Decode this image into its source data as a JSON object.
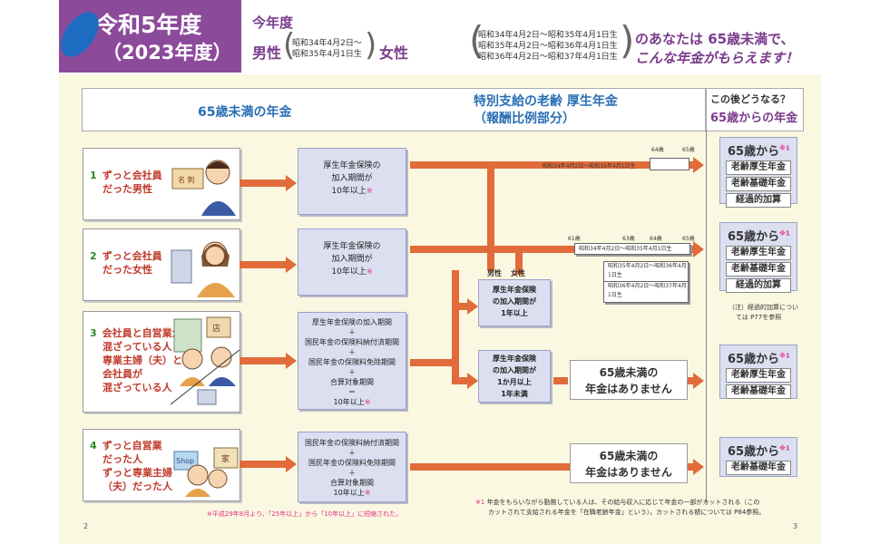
{
  "header": {
    "title_line1": "令和5年度",
    "title_line2": "（2023年度）",
    "this_year": "今年度",
    "male": "男性",
    "male_range_1": "昭和34年4月2日〜",
    "male_range_2": "昭和35年4月1日生",
    "female": "女性",
    "female_ranges": [
      "昭和34年4月2日〜昭和35年4月1日生",
      "昭和35年4月2日〜昭和36年4月1日生",
      "昭和36年4月2日〜昭和37年4月1日生"
    ],
    "tagline_1": "のあなたは 65歳未満で、",
    "tagline_2": "こんな年金がもらえます！"
  },
  "sections": {
    "under65": "65歳未満の年金",
    "special_line1": "特別支給の老齢 厚生年金",
    "special_line2": "（報酬比例部分）",
    "after_q": "この後どうなる？",
    "after_65": "65歳からの年金"
  },
  "persons": [
    {
      "num": "1",
      "label": [
        "ずっと会社員",
        "だった男性"
      ]
    },
    {
      "num": "2",
      "label": [
        "ずっと会社員",
        "だった女性"
      ]
    },
    {
      "num": "3",
      "label": [
        "会社員と自営業が",
        "混ざっている人",
        "専業主婦（夫）と",
        "会社員が",
        "混ざっている人"
      ]
    },
    {
      "num": "4",
      "label": [
        "ずっと自営業",
        "だった人",
        "ずっと専業主婦",
        "（夫）だった人"
      ]
    }
  ],
  "conditions": [
    [
      "厚生年金保険の",
      "加入期間が",
      "10年以上"
    ],
    [
      "厚生年金保険の",
      "加入期間が",
      "10年以上"
    ],
    [
      "厚生年金保険の加入期間",
      "＋",
      "国民年金の保険料納付済期間",
      "＋",
      "国民年金の保険料免除期間",
      "＋",
      "合算対象期間",
      "＝",
      "10年以上"
    ],
    [
      "国民年金の保険料納付済期間",
      "＋",
      "国民年金の保険料免除期間",
      "＋",
      "合算対象期間",
      "＝",
      "10年以上"
    ]
  ],
  "gender": {
    "male": "男性",
    "female": "女性"
  },
  "conditions2": [
    [
      "厚生年金保険",
      "の加入期間が",
      "1年以上"
    ],
    [
      "厚生年金保険",
      "の加入期間が",
      "1か月以上",
      "1年未満"
    ]
  ],
  "timeline1": {
    "age64": "64歳",
    "age65": "65歳",
    "range": "昭和34年4月2日〜昭和35年4月1日生"
  },
  "timeline2": {
    "age61": "61歳",
    "age63": "63歳",
    "age64": "64歳",
    "age65": "65歳",
    "bars": [
      "昭和34年4月2日〜昭和35年4月1日生",
      "昭和35年4月2日〜昭和36年4月1日生",
      "昭和36年4月2日〜昭和37年4月1日生"
    ]
  },
  "none_text": [
    "65歳未満の",
    "年金はありません"
  ],
  "pension_boxes": [
    {
      "head": "65歳から",
      "sup": "※1",
      "items": [
        "老齢厚生年金",
        "老齢基礎年金",
        "経過的加算"
      ]
    },
    {
      "head": "65歳から",
      "sup": "※1",
      "items": [
        "老齢厚生年金",
        "老齢基礎年金",
        "経過的加算"
      ]
    },
    {
      "head": "65歳から",
      "sup": "※1",
      "items": [
        "老齢厚生年金",
        "老齢基礎年金"
      ]
    },
    {
      "head": "65歳から",
      "sup": "※1",
      "items": [
        "老齢基礎年金"
      ]
    }
  ],
  "note_kakoteki": [
    "（注）経過的加算につい",
    "ては P77を参照"
  ],
  "footnote_left": "※平成29年8月より、「25年以上」から「10年以上」に短縮された。",
  "footnote_right_mark": "※1",
  "footnote_right_1": "年金をもらいながら勤務している人は、その給与収入に応じて年金の一部がカットされる（この",
  "footnote_right_2": "カットされて支給される年金を「在職老齢年金」という）。カットされる額については P84参照。",
  "page_left": "2",
  "page_right": "3",
  "illus_text": {
    "meishi": "名 刺",
    "shop": "Shop",
    "ie": "家",
    "mise": "店"
  },
  "colors": {
    "purple": "#8c4a9b",
    "arrow": "#e16b3a",
    "box": "#dcdff0",
    "accent_pink": "#e0308a"
  }
}
